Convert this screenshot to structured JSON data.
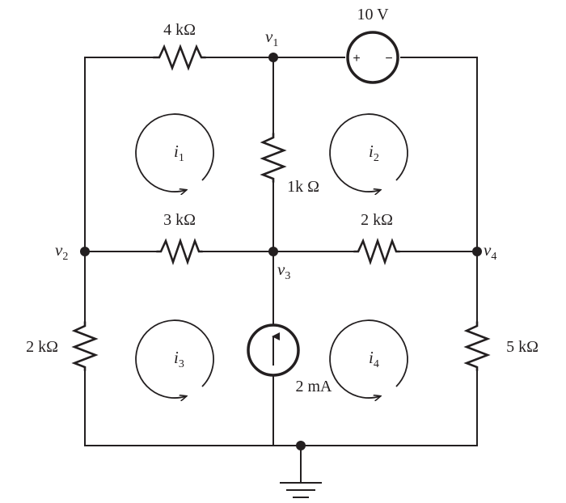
{
  "resistors": {
    "r_top": "4 kΩ",
    "r_center_vertical": "1k Ω",
    "r_middle_left": "3 kΩ",
    "r_middle_right": "2 kΩ",
    "r_left_bottom": "2 kΩ",
    "r_right_bottom": "5 kΩ"
  },
  "sources": {
    "voltage_value": "10 V",
    "voltage_plus": "+",
    "voltage_minus": "−",
    "current_value": "2 mA"
  },
  "nodes": {
    "v1": {
      "base": "v",
      "sub": "1"
    },
    "v2": {
      "base": "v",
      "sub": "2"
    },
    "v3": {
      "base": "v",
      "sub": "3"
    },
    "v4": {
      "base": "v",
      "sub": "4"
    }
  },
  "loops": {
    "i1": {
      "base": "i",
      "sub": "1"
    },
    "i2": {
      "base": "i",
      "sub": "2"
    },
    "i3": {
      "base": "i",
      "sub": "3"
    },
    "i4": {
      "base": "i",
      "sub": "4"
    }
  }
}
